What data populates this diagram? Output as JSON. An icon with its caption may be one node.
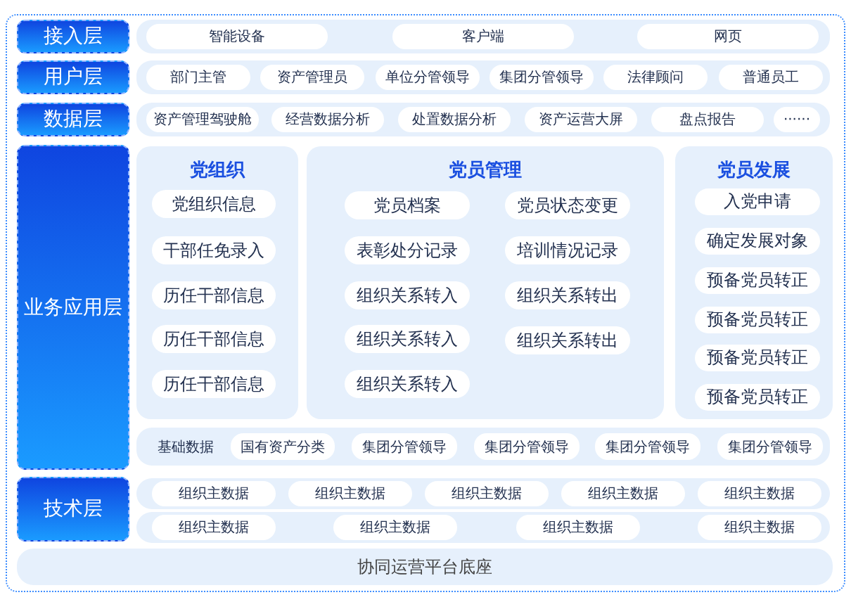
{
  "diagram": {
    "nodes": [
      {
        "text": [
          "接入层"
        ]
      },
      {
        "text": [],
        "shape": "band"
      },
      {
        "text": [
          "智能设备"
        ],
        "in": 1
      },
      {
        "text": [
          "客户端"
        ],
        "in": 1
      },
      {
        "text": [
          "网页"
        ],
        "in": 1
      },
      {
        "text": [
          "用户层"
        ]
      },
      {
        "text": [],
        "shape": "band"
      },
      {
        "text": [
          "部门主管"
        ],
        "in": 6
      },
      {
        "text": [
          "资产管理员"
        ],
        "in": 6
      },
      {
        "text": [
          "单位分管领导"
        ],
        "in": 6
      },
      {
        "text": [
          "集团分管领导"
        ],
        "in": 6
      },
      {
        "text": [
          "法律顾问"
        ],
        "in": 6
      },
      {
        "text": [
          "普通员工"
        ],
        "in": 6
      },
      {
        "text": [
          "数据层"
        ]
      },
      {
        "text": [],
        "shape": "band"
      },
      {
        "text": [
          "资产管理驾驶舱"
        ],
        "in": 14
      },
      {
        "text": [
          "经营数据分析"
        ],
        "in": 14
      },
      {
        "text": [
          "处置数据分析"
        ],
        "in": 14
      },
      {
        "text": [
          "资产运营大屏"
        ],
        "in": 14
      },
      {
        "text": [
          "盘点报告"
        ],
        "in": 14
      },
      {
        "text": [
          "······"
        ],
        "in": 14
      },
      {
        "text": [
          "业务应用层"
        ]
      },
      {
        "text": [
          "党组织"
        ]
      },
      {
        "text": [
          "党组织信息"
        ],
        "in": 22
      },
      {
        "text": [
          "干部任免录入"
        ],
        "in": 22
      },
      {
        "text": [
          "历任干部信息"
        ],
        "in": 22
      },
      {
        "text": [
          "历任干部信息"
        ],
        "in": 22
      },
      {
        "text": [
          "历任干部信息"
        ],
        "in": 22
      },
      {
        "text": [
          "党员管理"
        ]
      },
      {
        "text": [
          "党员档案"
        ],
        "in": 28
      },
      {
        "text": [
          "党员状态变更"
        ],
        "in": 28
      },
      {
        "text": [
          "表彰处分记录"
        ],
        "in": 28
      },
      {
        "text": [
          "培训情况记录"
        ],
        "in": 28
      },
      {
        "text": [
          "组织关系转入"
        ],
        "in": 28
      },
      {
        "text": [
          "组织关系转出"
        ],
        "in": 28
      },
      {
        "text": [
          "组织关系转入"
        ],
        "in": 28
      },
      {
        "text": [
          "组织关系转出"
        ],
        "in": 28
      },
      {
        "text": [
          "组织关系转入"
        ],
        "in": 28
      },
      {
        "text": [
          "党员发展"
        ]
      },
      {
        "text": [
          "入党申请"
        ],
        "in": 38
      },
      {
        "text": [
          "确定发展对象"
        ],
        "in": 38
      },
      {
        "text": [
          "预备党员转正"
        ],
        "in": 38
      },
      {
        "text": [
          "预备党员转正"
        ],
        "in": 38
      },
      {
        "text": [
          "预备党员转正"
        ],
        "in": 38
      },
      {
        "text": [
          "预备党员转正"
        ],
        "in": 38
      },
      {
        "text": [],
        "shape": "band"
      },
      {
        "text": [
          "基础数据"
        ],
        "in": 45
      },
      {
        "text": [
          "国有资产分类"
        ],
        "in": 45
      },
      {
        "text": [
          "集团分管领导"
        ],
        "in": 45
      },
      {
        "text": [
          "集团分管领导"
        ],
        "in": 45
      },
      {
        "text": [
          "集团分管领导"
        ],
        "in": 45
      },
      {
        "text": [
          "集团分管领导"
        ],
        "in": 45
      },
      {
        "text": [
          "技术层"
        ]
      },
      {
        "text": [],
        "shape": "band"
      },
      {
        "text": [
          "组织主数据"
        ],
        "in": 53
      },
      {
        "text": [
          "组织主数据"
        ],
        "in": 53
      },
      {
        "text": [
          "组织主数据"
        ],
        "in": 53
      },
      {
        "text": [
          "组织主数据"
        ],
        "in": 53
      },
      {
        "text": [
          "组织主数据"
        ],
        "in": 53
      },
      {
        "text": [],
        "shape": "band"
      },
      {
        "text": [
          "组织主数据"
        ],
        "in": 59
      },
      {
        "text": [
          "组织主数据"
        ],
        "in": 59
      },
      {
        "text": [
          "组织主数据"
        ],
        "in": 59
      },
      {
        "text": [
          "组织主数据"
        ],
        "in": 59
      },
      {
        "text": [
          "协同运营平台底座"
        ]
      }
    ]
  }
}
